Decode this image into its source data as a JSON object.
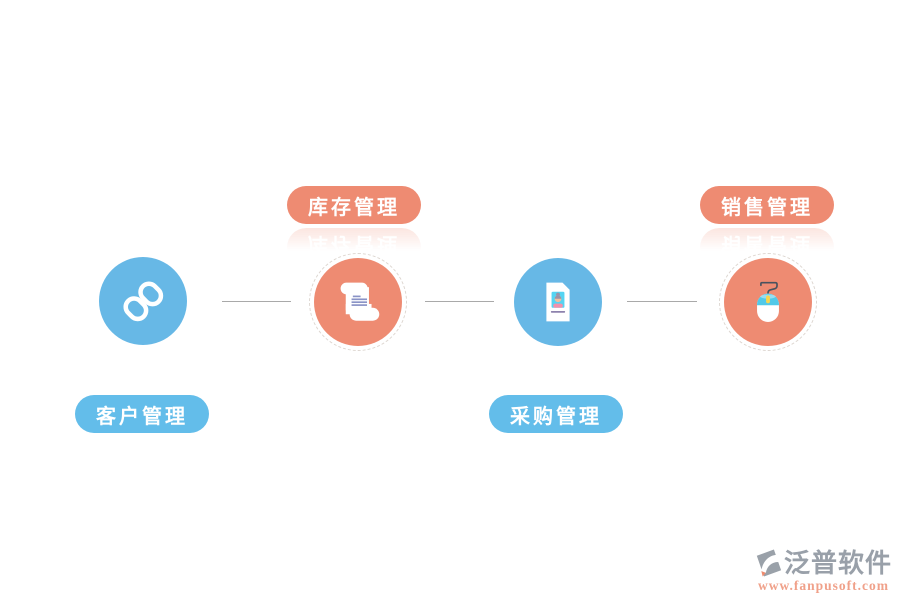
{
  "diagram": {
    "nodes": [
      {
        "id": "customer",
        "label": "客户管理",
        "color": "#67b8e6",
        "icon": "chain-link-icon",
        "label_position": "below"
      },
      {
        "id": "inventory",
        "label": "库存管理",
        "color": "#ee8b72",
        "icon": "scroll-icon",
        "label_position": "above"
      },
      {
        "id": "purchase",
        "label": "采购管理",
        "color": "#67b8e6",
        "icon": "id-card-icon",
        "label_position": "below"
      },
      {
        "id": "sales",
        "label": "销售管理",
        "color": "#ee8b72",
        "icon": "mouse-icon",
        "label_position": "above"
      }
    ],
    "connectors": 3
  },
  "colors": {
    "blue": "#67b8e6",
    "blue_pill": "#63bdea",
    "salmon": "#ee8b72",
    "connector_line": "#a9a9a9",
    "label_text": "#ffffff",
    "logo_text": "#99a0a9",
    "logo_url": "#f0a18a"
  },
  "branding": {
    "name": "泛普软件",
    "url": "www.fanpusoft.com"
  }
}
